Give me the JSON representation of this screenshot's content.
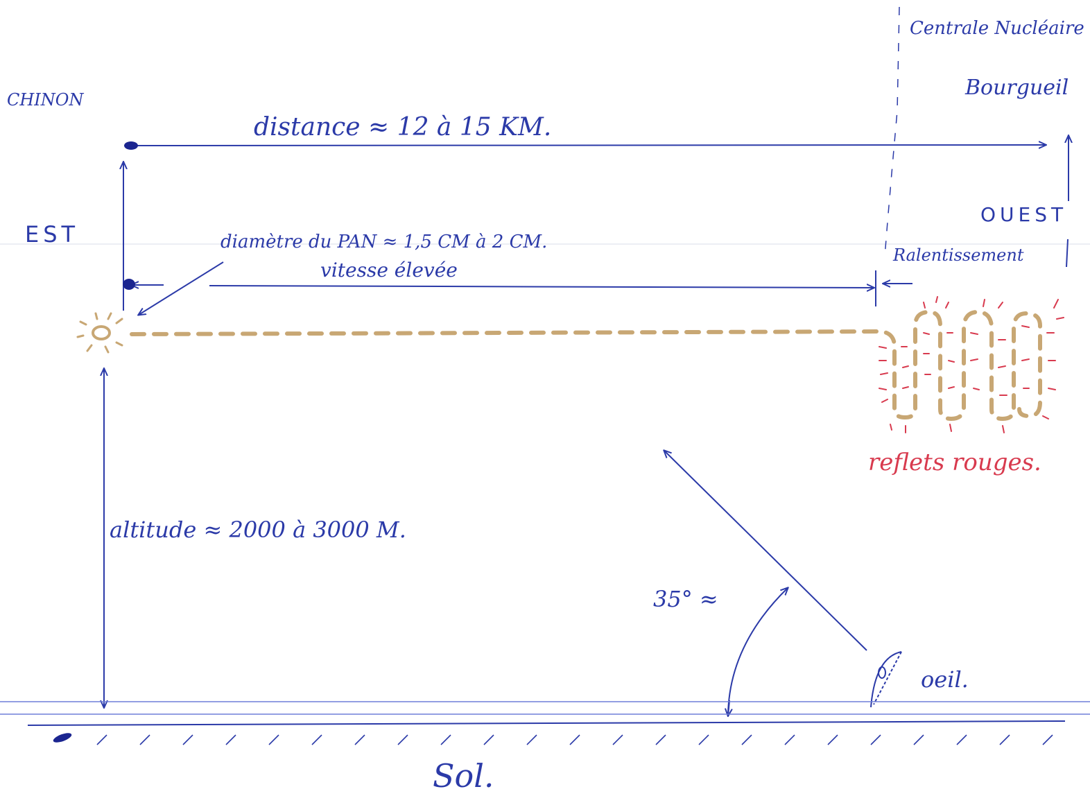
{
  "labels": {
    "centrale": "Centrale Nucléaire",
    "bourgueil": "Bourgueil",
    "chinon": "CHINON",
    "distance": "distance ≈ 12 à 15 KM.",
    "est": "EST",
    "ouest": "OUEST",
    "diametre": "diamètre du PAN ≈ 1,5 CM à 2 CM.",
    "ralentissement": "Ralentissement",
    "vitesse": "vitesse élevée",
    "reflets": "reflets rouges.",
    "altitude": "altitude ≈ 2000 à 3000 M.",
    "angle": "35° ≈",
    "oeil": "oeil.",
    "sol": "Sol."
  },
  "colors": {
    "ink": "#2b3aa8",
    "path": "#c8a774",
    "red": "#d83a4e",
    "ground": "#6f7fd8"
  }
}
